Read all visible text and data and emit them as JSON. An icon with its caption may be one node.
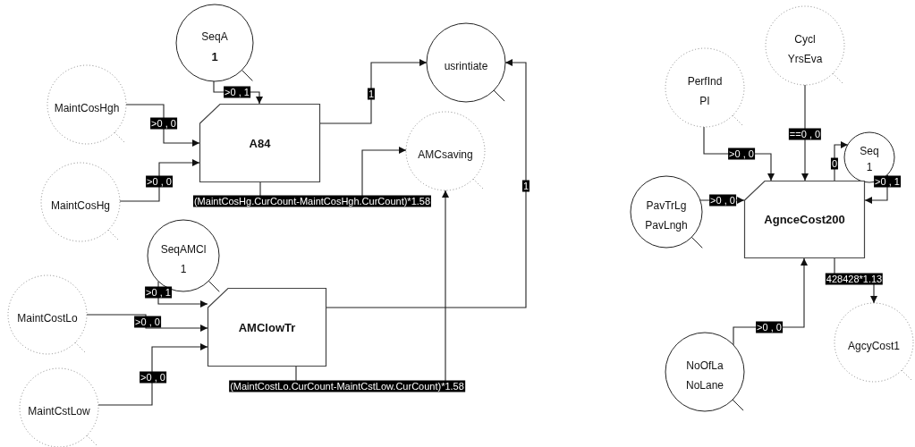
{
  "diagram": {
    "nodes": [
      {
        "text": [
          "SeqA",
          "1"
        ]
      },
      {
        "text": [
          "MaintCosHgh"
        ]
      },
      {
        "text": [
          "A84"
        ]
      },
      {
        "text": [
          "usrintiate"
        ]
      },
      {
        "text": [
          "AMCsaving"
        ]
      },
      {
        "text": [
          "MaintCosHg"
        ]
      },
      {
        "text": [
          "SeqAMCl",
          "1"
        ]
      },
      {
        "text": [
          "MaintCostLo"
        ]
      },
      {
        "text": [
          "AMClowTr"
        ]
      },
      {
        "text": [
          "MaintCstLow"
        ]
      },
      {
        "text": [
          "PerfInd",
          "PI"
        ]
      },
      {
        "text": [
          "Cycl",
          "YrsEva"
        ]
      },
      {
        "text": [
          "Seq",
          "1"
        ]
      },
      {
        "text": [
          "PavTrLg",
          "PavLngh"
        ]
      },
      {
        "text": [
          "AgnceCost200"
        ]
      },
      {
        "text": [
          "NoOfLa",
          "NoLane"
        ]
      },
      {
        "text": [
          "AgcyCost1"
        ]
      }
    ],
    "edges": [
      {
        "from": 0,
        "to": 2,
        "arrow": "to",
        "label": ">0 , 1"
      },
      {
        "from": 1,
        "to": 2,
        "arrow": "to",
        "label": ">0 , 0"
      },
      {
        "from": 5,
        "to": 2,
        "arrow": "to",
        "label": ">0 , 0"
      },
      {
        "from": 2,
        "to": 3,
        "arrow": "to",
        "label": "1"
      },
      {
        "from": 2,
        "to": 4,
        "arrow": "to",
        "label": "(MaintCosHg.CurCount-MaintCosHgh.CurCount)*1.58"
      },
      {
        "from": 8,
        "to": 4,
        "arrow": "to",
        "label": "(MaintCostLo.CurCount-MaintCstLow.CurCount)*1.58"
      },
      {
        "from": 8,
        "to": 3,
        "arrow": "to",
        "label": "1"
      },
      {
        "from": 6,
        "to": 8,
        "arrow": "to",
        "label": ">0 , 1"
      },
      {
        "from": 7,
        "to": 8,
        "arrow": "to",
        "label": ">0 , 0"
      },
      {
        "from": 9,
        "to": 8,
        "arrow": "to",
        "label": ">0 , 0"
      },
      {
        "from": 10,
        "to": 14,
        "arrow": "to",
        "label": ">0 , 0"
      },
      {
        "from": 11,
        "to": 14,
        "arrow": "to",
        "label": "==0 , 0"
      },
      {
        "from": 14,
        "to": 12,
        "arrow": "to",
        "label": "0"
      },
      {
        "from": 12,
        "to": 14,
        "arrow": "to",
        "label": ">0 , 1"
      },
      {
        "from": 13,
        "to": 14,
        "arrow": "to",
        "label": ">0 , 0"
      },
      {
        "from": 15,
        "to": 14,
        "arrow": "to",
        "label": ">0 , 0"
      },
      {
        "from": 14,
        "to": 16,
        "arrow": "to",
        "label": "428428*1.13"
      }
    ]
  }
}
